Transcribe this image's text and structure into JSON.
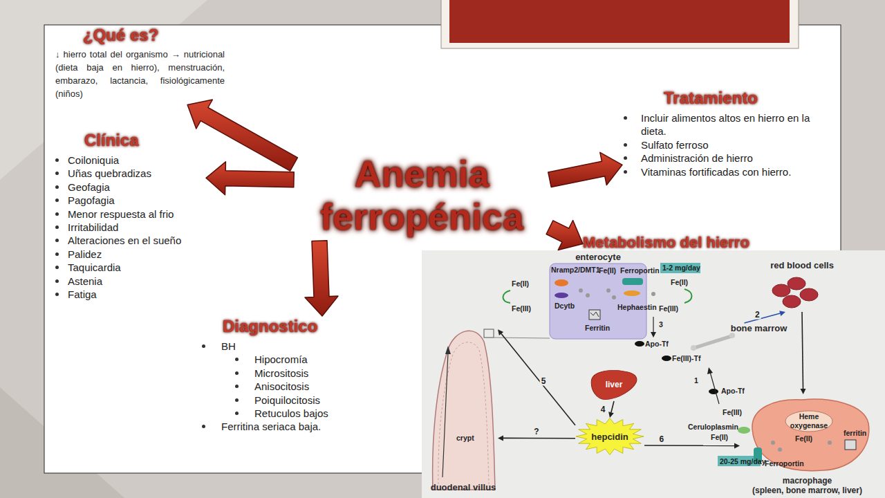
{
  "diagram": {
    "nodes": [
      {
        "text": [
          "Anemia ferropénica"
        ]
      },
      {
        "text": [
          "¿Qué es?",
          "↓ hierro total del organismo → nutricional (dieta baja en hierro), menstruación, embarazo, lactancia, fisiológicamente (niños)"
        ]
      },
      {
        "text": [
          "Clínica",
          "Coiloniquia",
          "Uñas quebradizas",
          "Geofagia",
          "Pagofagia",
          "Menor respuesta al frio",
          "Irritabilidad",
          "Alteraciones en el sueño",
          "Palidez",
          "Taquicardia",
          "Astenia",
          "Fatiga"
        ]
      },
      {
        "text": [
          "Diagnostico",
          "BH",
          "Hipocromía",
          "Micrositosis",
          "Anisocitosis",
          "Poiquilocitosis",
          "Retuculos bajos",
          "Ferritina seriaca baja."
        ]
      },
      {
        "text": [
          "Tratamiento",
          "Incluir alimentos altos en hierro en la dieta.",
          "Sulfato ferroso",
          "Administración de hierro",
          "Vitaminas fortificadas con hierro."
        ]
      },
      {
        "text": [
          "Metabolismo del hierro"
        ]
      },
      {
        "text": [
          "enterocyte"
        ]
      },
      {
        "text": [
          "red blood cells"
        ]
      },
      {
        "text": [
          "bone marrow"
        ]
      },
      {
        "text": [
          "liver"
        ]
      },
      {
        "text": [
          "hepcidin"
        ]
      },
      {
        "text": [
          "macrophage",
          "(spleen, bone marrow, liver)"
        ]
      },
      {
        "text": [
          "duodenal villus"
        ]
      }
    ],
    "edges": [
      {
        "from": 0,
        "to": 1,
        "arrow": "to"
      },
      {
        "from": 0,
        "to": 2,
        "arrow": "to"
      },
      {
        "from": 0,
        "to": 3,
        "arrow": "to"
      },
      {
        "from": 0,
        "to": 4,
        "arrow": "to"
      },
      {
        "from": 0,
        "to": 5,
        "arrow": "to"
      },
      {
        "from": 8,
        "to": 7,
        "label": "2",
        "arrow": "to"
      },
      {
        "from": 7,
        "to": 11,
        "arrow": "to"
      },
      {
        "from": 9,
        "to": 10,
        "label": "4",
        "arrow": "to"
      },
      {
        "from": 10,
        "to": 12,
        "label": "5",
        "arrow": "to"
      },
      {
        "from": 10,
        "to": 12,
        "label": "?",
        "arrow": "to"
      },
      {
        "from": 10,
        "to": 11,
        "label": "6",
        "arrow": "to"
      }
    ],
    "labels": [
      "Nramp2/DMT1",
      "Fe(II)",
      "Ferroportin",
      "1-2 mg/day",
      "Fe(II)",
      "Fe(II)",
      "Fe(III)",
      "Dcytb",
      "Ferritin",
      "Hephaestin",
      "Fe(III)",
      "3",
      "Apo-Tf",
      "Fe(III)-Tf",
      "1",
      "Apo-Tf",
      "Fe(III)",
      "Ceruloplasmin",
      "Fe(II)",
      "Heme oxygenase",
      "ferritin",
      "Fe(II)",
      "Ferroportin",
      "20-25 mg/day",
      "crypt"
    ]
  }
}
